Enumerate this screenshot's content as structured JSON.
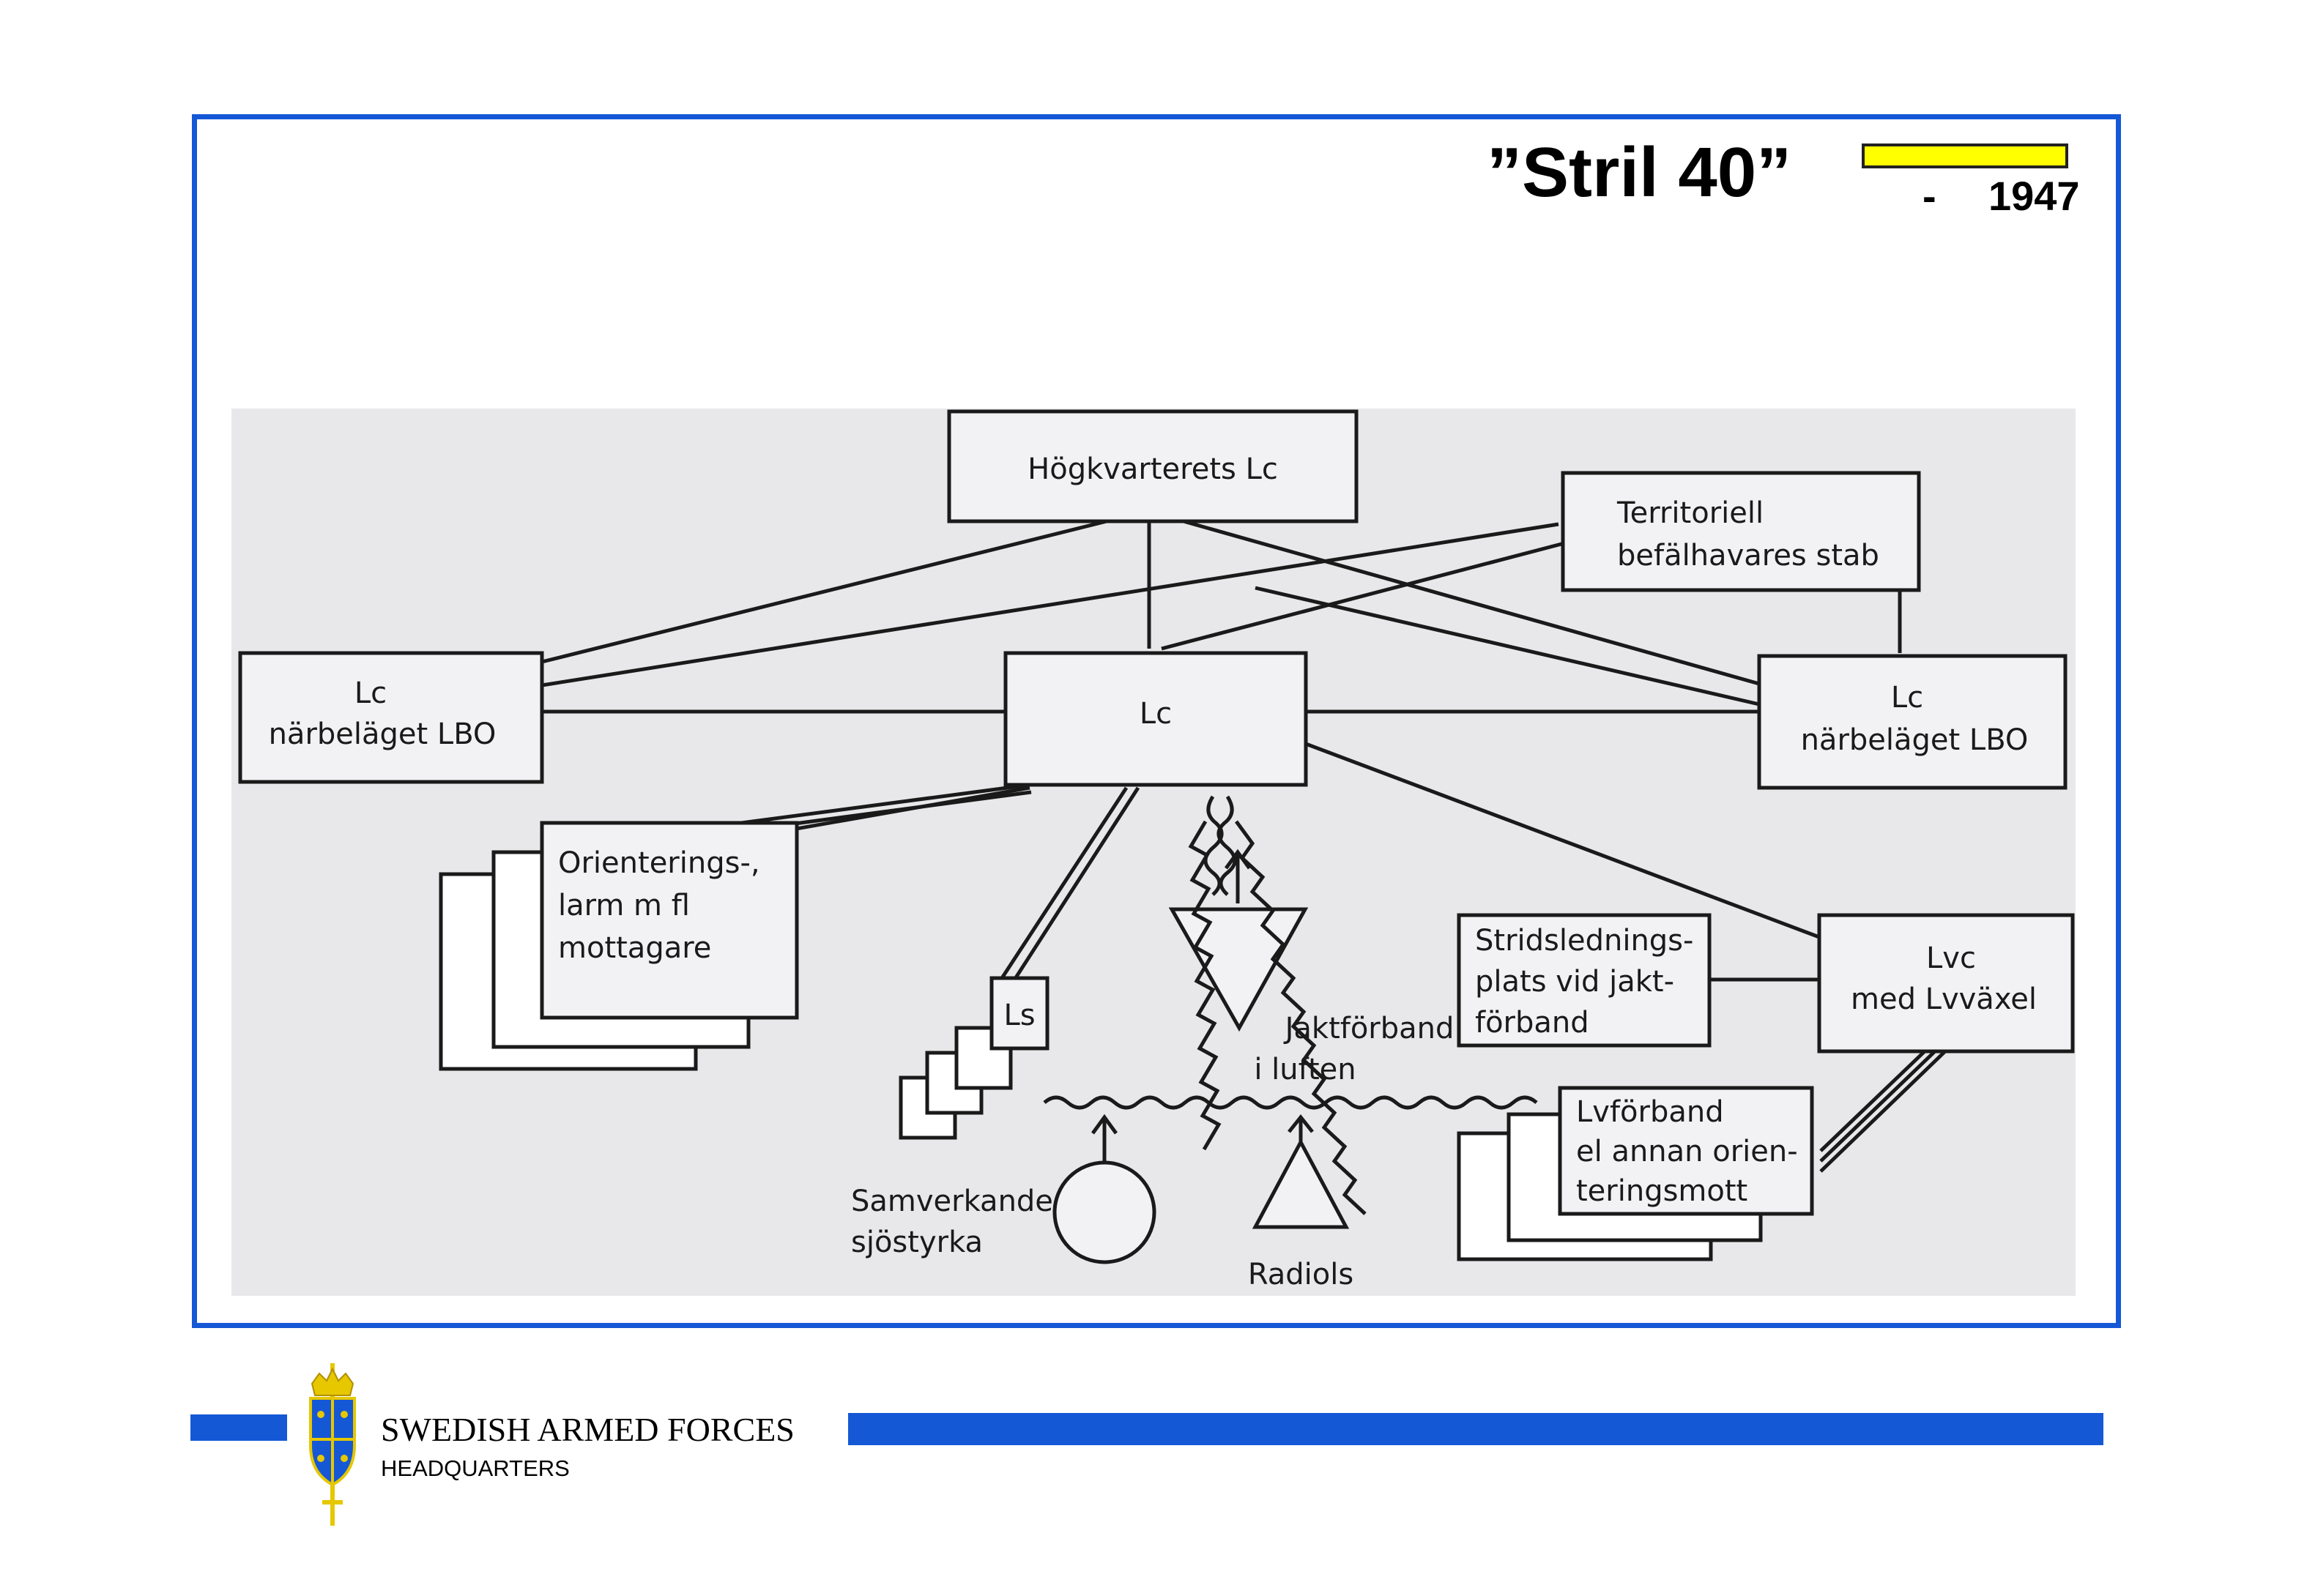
{
  "slide": {
    "title": "”Stril 40”",
    "period_dash": "-",
    "period_year": "1947"
  },
  "diagram": {
    "nodes": {
      "hq": [
        "Högkvarterets Lc"
      ],
      "territorial": [
        "Territoriell",
        "befälhavares stab"
      ],
      "lbo_left": [
        "Lc",
        "närbeläget LBO"
      ],
      "lc_center": [
        "Lc"
      ],
      "lbo_right": [
        "Lc",
        "närbeläget LBO"
      ],
      "orientation": [
        "Orienterings-,",
        "larm m fl",
        "mottagare"
      ],
      "ls": [
        "Ls"
      ],
      "fighter_air": [
        "Jaktförband",
        "i luften"
      ],
      "command_post": [
        "Stridslednings-",
        "plats vid jakt-",
        "förband"
      ],
      "lvc": [
        "Lvc",
        "med Lvväxel"
      ],
      "aa_units": [
        "Lvförband",
        "el annan orien-",
        "teringsmott"
      ],
      "naval": [
        "Samverkande",
        "sjöstyrka"
      ],
      "radar": [
        "Radiols"
      ]
    }
  },
  "footer": {
    "org_name": "SWEDISH ARMED FORCES",
    "org_sub": "HEADQUARTERS"
  },
  "colors": {
    "frame_blue": "#1558d6",
    "highlight_yellow": "#ffff00",
    "panel_gray": "#e8e8ea"
  }
}
